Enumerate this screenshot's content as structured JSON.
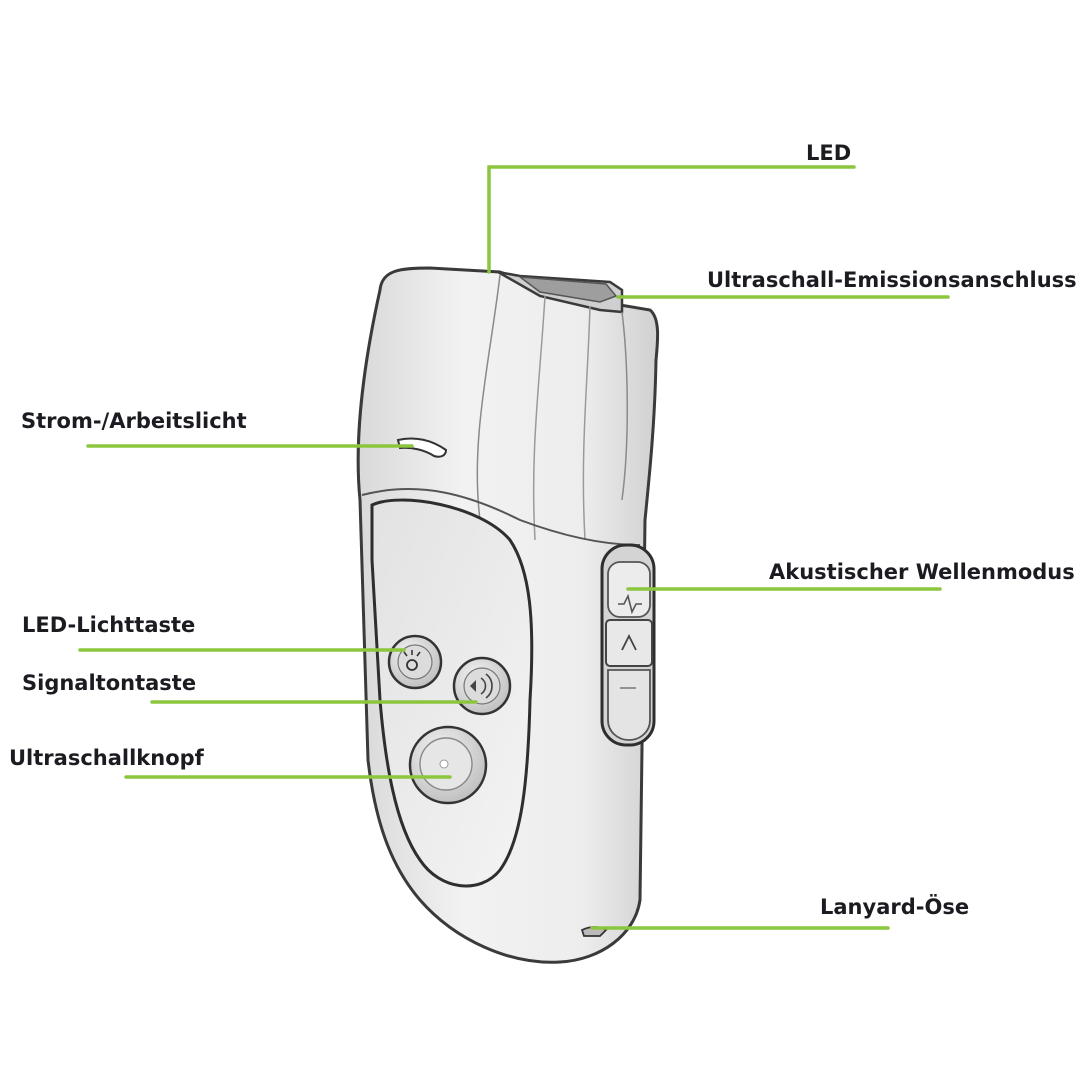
{
  "labels": {
    "led": "LED",
    "emission_port": "Ultraschall-Emissionsanschluss",
    "power_light": "Strom-/Arbeitslicht",
    "wave_mode": "Akustischer Wellenmodus",
    "led_button": "LED-Lichttaste",
    "signal_button": "Signaltontaste",
    "ultrasonic_button": "Ultraschallknopf",
    "lanyard": "Lanyard-Öse"
  },
  "colors": {
    "leader_line": "#8cc63f",
    "text": "#1d1b22",
    "device_body": "#ececec",
    "device_outline": "#3a3a3a"
  }
}
